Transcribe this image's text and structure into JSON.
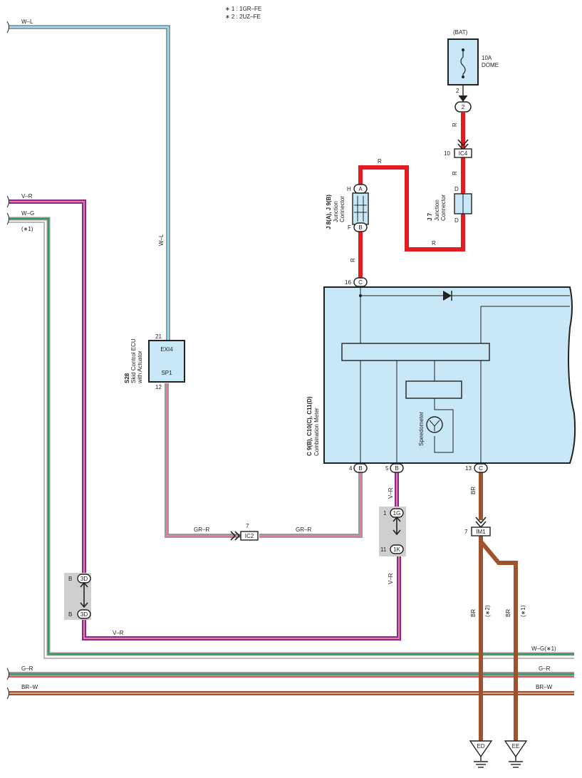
{
  "notes": {
    "n1": "∗ 1 : 1GR–FE",
    "n2": "∗ 2 : 2UZ–FE"
  },
  "colors": {
    "red": "#e31b23",
    "brown": "#a0522d",
    "blue": "#4fb3d9",
    "green": "#2e9b57",
    "gray": "#9a9a9a",
    "purple": "#8a2a8f",
    "pink": "#e57e9c",
    "panel": "#c8e8f7",
    "grayBox": "#cfcfcf"
  },
  "wires": {
    "wl_top": "W–L",
    "wl_vert": "W–L",
    "vr_left": "V–R",
    "wg_left": "W–G",
    "star1_left": "(∗1)",
    "grr_left": "GR–R",
    "grr_right": "GR–R",
    "vr_upper": "V–R",
    "vr_lower": "V–R",
    "vr_bottom": "V–R",
    "br_top": "BR",
    "br_ed": "BR",
    "br_ed_note": "(∗2)",
    "br_ee": "BR",
    "br_ee_note": "(∗1)",
    "r_fuse": "R",
    "r_ic4": "R",
    "r_top": "R",
    "r_j8": "R",
    "r_loop": "R",
    "wg_right": "W–G(∗1)",
    "gr_left": "G–R",
    "gr_right": "G–R",
    "brw_left": "BR–W",
    "brw_right": "BR–W"
  },
  "fuse": {
    "bat": "(BAT)",
    "amp": "10A",
    "name": "DOME",
    "pin": "2",
    "conn": "2"
  },
  "ic4": {
    "pin": "10",
    "label": "IC4"
  },
  "j7": {
    "code": "J 7",
    "name1": "Junction",
    "name2": "Connector",
    "pin_top": "D",
    "pin_bot": "D"
  },
  "j8": {
    "code": "J 8(A), J 9(B)",
    "name1": "Junction",
    "name2": "Connector",
    "pin_top": "H",
    "conn_top": "A",
    "pin_bot": "F",
    "conn_bot": "B"
  },
  "meter": {
    "code": "C 9(B), C10(C), C11(D)",
    "name": "Combination Meter",
    "speedo": "Speedometer",
    "pin16": "16",
    "conn16": "C",
    "pin4": "4",
    "conn4": "B",
    "pin5": "5",
    "conn5": "B",
    "pin13": "13",
    "conn13": "C"
  },
  "ecu": {
    "code": "S28",
    "name1": "Skid Control ECU",
    "name2": "with Actuator",
    "p1": "EXI4",
    "p2": "SP1",
    "pin1": "21",
    "pin2": "12"
  },
  "ic2": {
    "pin": "7",
    "label": "IC2"
  },
  "c1g": {
    "pin": "1",
    "label": "1G"
  },
  "c1k": {
    "pin": "11",
    "label": "1K"
  },
  "c3d_top": {
    "pin": "B",
    "label": "3D"
  },
  "c3d_bot": {
    "pin": "B",
    "label": "3D"
  },
  "im1": {
    "pin": "7",
    "label": "IM1"
  },
  "grounds": {
    "ed": "ED",
    "ee": "EE"
  }
}
